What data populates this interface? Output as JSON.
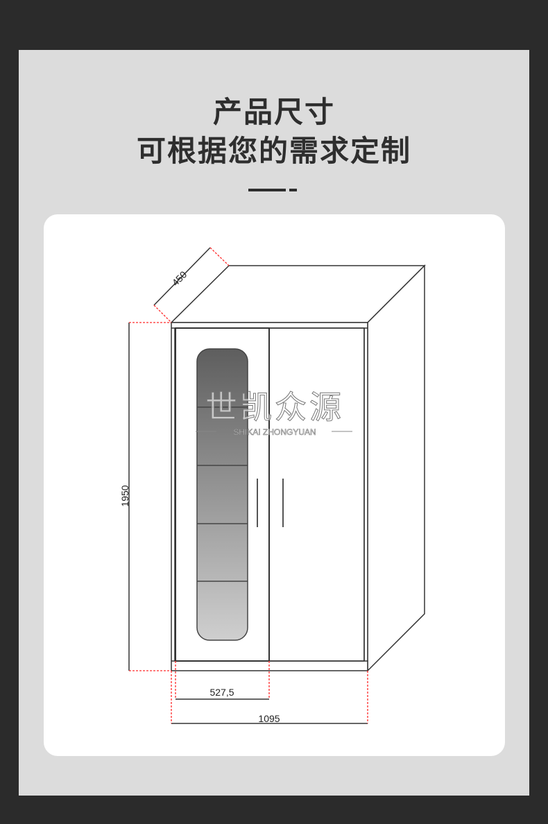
{
  "header": {
    "title": "产品尺寸",
    "subtitle": "可根据您的需求定制"
  },
  "dimensions": {
    "depth": "450",
    "height": "1950",
    "door_width": "527,5",
    "total_width": "1095"
  },
  "watermark": {
    "chinese": "世凯众源",
    "english": "SHIKAI ZHONGYUAN"
  },
  "colors": {
    "background": "#2b2b2b",
    "panel": "#dcdcdc",
    "dimension_marker": "#ff2a2a"
  }
}
